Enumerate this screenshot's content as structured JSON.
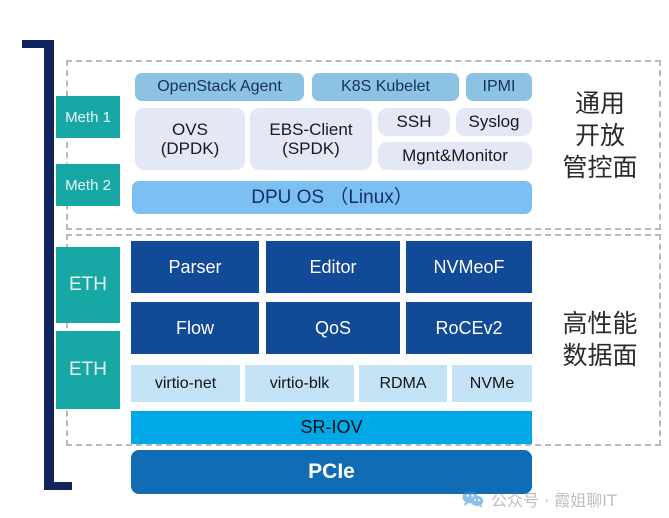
{
  "diagram": {
    "bracket": {
      "name": "card-edge-bracket"
    },
    "side_ports": [
      {
        "id": "meth1",
        "label": "Meth 1"
      },
      {
        "id": "meth2",
        "label": "Meth 2"
      },
      {
        "id": "eth1",
        "label": "ETH"
      },
      {
        "id": "eth2",
        "label": "ETH"
      }
    ],
    "control_plane": {
      "caption": "通用\n开放\n管控面",
      "row1": [
        {
          "label": "OpenStack Agent"
        },
        {
          "label": "K8S Kubelet"
        },
        {
          "label": "IPMI"
        }
      ],
      "row2": [
        {
          "label": "OVS\n(DPDK)"
        },
        {
          "label": "EBS-Client\n(SPDK)"
        },
        {
          "label": "SSH"
        },
        {
          "label": "Syslog"
        },
        {
          "label": "Mgnt&Monitor"
        }
      ],
      "os_bar": {
        "label": "DPU OS （Linux）"
      }
    },
    "data_plane": {
      "caption": "高性能\n数据面",
      "row1": [
        {
          "label": "Parser"
        },
        {
          "label": "Editor"
        },
        {
          "label": "NVMeoF"
        }
      ],
      "row2": [
        {
          "label": "Flow"
        },
        {
          "label": "QoS"
        },
        {
          "label": "RoCEv2"
        }
      ],
      "row3": [
        {
          "label": "virtio-net"
        },
        {
          "label": "virtio-blk"
        },
        {
          "label": "RDMA"
        },
        {
          "label": "NVMe"
        }
      ],
      "sriov_bar": {
        "label": "SR-IOV"
      }
    },
    "bus": {
      "label": "PCIe"
    },
    "watermark": {
      "icon": "wechat-icon",
      "text": "公众号 · 霞姐聊IT"
    },
    "colors": {
      "bracket_navy": "#11255c",
      "teal": "#17a8a5",
      "sky": "#8cc3e3",
      "pale": "#e3e7f6",
      "dpu_os": "#7cbff2",
      "navy_box": "#114a96",
      "light_blue": "#c3e2f6",
      "cyan": "#00a8e8",
      "pcie_blue": "#0f6cb5",
      "dashed_frame": "#b9b9b9"
    }
  }
}
